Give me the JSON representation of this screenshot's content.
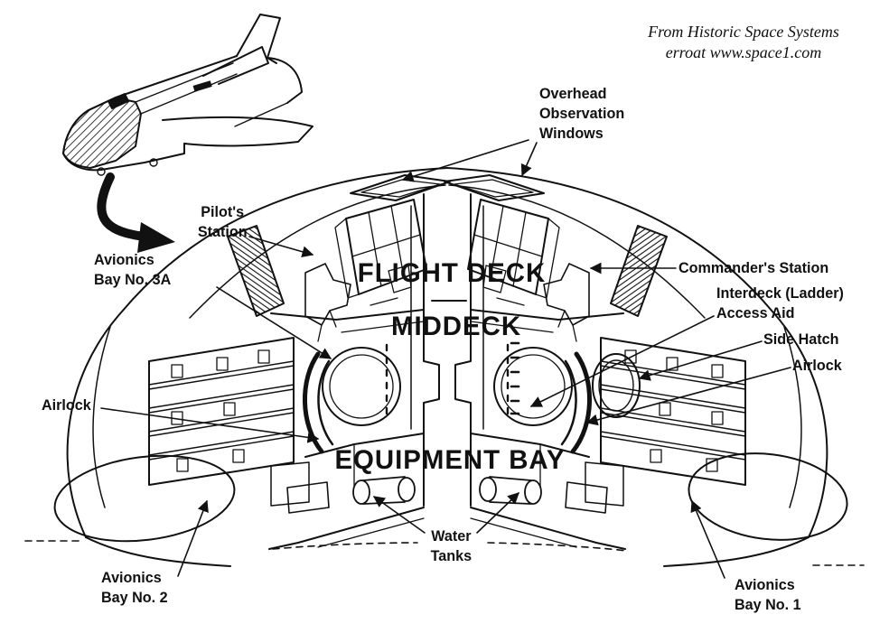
{
  "attribution": {
    "line1": "From Historic Space Systems",
    "line2": "at www.space1.com"
  },
  "labels": {
    "overhead_observation_windows": "Overhead\nObservation\nWindows",
    "pilots_station": "Pilot's\nStation",
    "avionics_bay_3a": "Avionics\nBay No. 3A",
    "flight_deck": "FLIGHT DECK",
    "middeck": "MIDDECK",
    "commanders_station": "Commander's Station",
    "interdeck_access_aid": "Interdeck (Ladder)\nAccess Aid",
    "side_hatch": "Side Hatch",
    "airlock_right": "Airlock",
    "airlock_left": "Airlock",
    "equipment_bay": "EQUIPMENT BAY",
    "water_tanks": "Water\nTanks",
    "avionics_bay_2": "Avionics\nBay No. 2",
    "avionics_bay_1": "Avionics\nBay No. 1"
  },
  "colors": {
    "ink": "#111111",
    "paper": "#ffffff"
  }
}
